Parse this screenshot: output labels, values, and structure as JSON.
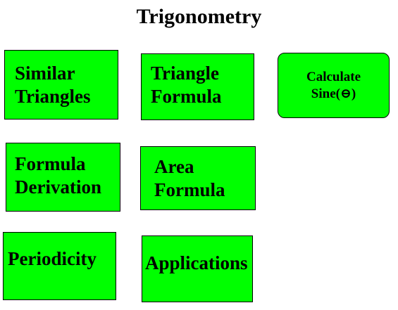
{
  "title": "Trigonometry",
  "boxes": {
    "similar_triangles": {
      "line1": "Similar",
      "line2": "Triangles"
    },
    "triangle_formula": {
      "line1": "Triangle",
      "line2": "Formula"
    },
    "calculate_sine": {
      "line1": "Calculate",
      "line2": "Sine(⊖)"
    },
    "formula_derivation": {
      "line1": "Formula",
      "line2": "Derivation"
    },
    "area_formula": {
      "line1": "Area",
      "line2": "Formula"
    },
    "periodicity": {
      "label": "Periodicity"
    },
    "applications": {
      "label": "Applications"
    }
  },
  "colors": {
    "box_fill": "#00ff00",
    "box_border": "#000000",
    "text": "#000000"
  }
}
